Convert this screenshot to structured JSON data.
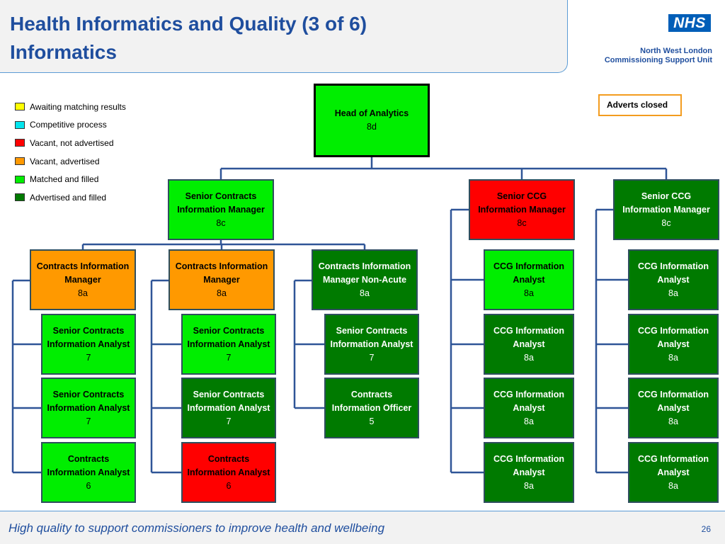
{
  "title_line1": "Health Informatics and Quality (3 of 6)",
  "title_line2": "Informatics",
  "logo": {
    "nhs": "NHS",
    "org_line1": "North West London",
    "org_line2": "Commissioning Support Unit"
  },
  "status_box": "Adverts closed",
  "colors": {
    "awaiting": "#ffff00",
    "competitive": "#00e5ee",
    "vacant_not_advertised": "#ff0000",
    "vacant_advertised": "#ff9900",
    "matched_filled": "#00ee00",
    "advertised_filled": "#007a00",
    "title": "#1f4e9e",
    "connector": "#2f5597"
  },
  "legend": [
    {
      "label": "Awaiting matching results",
      "status": "awaiting"
    },
    {
      "label": "Competitive process",
      "status": "competitive"
    },
    {
      "label": "Vacant, not advertised",
      "status": "vacant_not_advertised"
    },
    {
      "label": "Vacant, advertised",
      "status": "vacant_advertised"
    },
    {
      "label": "Matched and filled",
      "status": "matched_filled"
    },
    {
      "label": "Advertised and filled",
      "status": "advertised_filled"
    }
  ],
  "org": {
    "head": {
      "title": "Head of Analytics",
      "grade": "8d",
      "status": "matched_filled"
    },
    "seniors": [
      {
        "title": "Senior Contracts\nInformation Manager",
        "grade": "8c",
        "status": "matched_filled"
      },
      {
        "title": "Senior CCG\nInformation Manager",
        "grade": "8c",
        "status": "vacant_not_advertised"
      },
      {
        "title": "Senior CCG\nInformation Manager",
        "grade": "8c",
        "status": "advertised_filled"
      }
    ],
    "columns": [
      [
        {
          "title": "Contracts Information\nManager",
          "grade": "8a",
          "status": "vacant_advertised"
        },
        {
          "title": "Senior Contracts\nInformation Analyst",
          "grade": "7",
          "status": "matched_filled"
        },
        {
          "title": "Senior Contracts\nInformation Analyst",
          "grade": "7",
          "status": "matched_filled"
        },
        {
          "title": "Contracts\nInformation Analyst",
          "grade": "6",
          "status": "matched_filled"
        }
      ],
      [
        {
          "title": "Contracts Information\nManager",
          "grade": "8a",
          "status": "vacant_advertised"
        },
        {
          "title": "Senior Contracts\nInformation Analyst",
          "grade": "7",
          "status": "matched_filled"
        },
        {
          "title": "Senior Contracts\nInformation Analyst",
          "grade": "7",
          "status": "advertised_filled"
        },
        {
          "title": "Contracts\nInformation Analyst",
          "grade": "6",
          "status": "vacant_not_advertised"
        }
      ],
      [
        {
          "title": "Contracts Information\nManager Non-Acute",
          "grade": "8a",
          "status": "advertised_filled"
        },
        {
          "title": "Senior Contracts\nInformation Analyst",
          "grade": "7",
          "status": "advertised_filled"
        },
        {
          "title": "Contracts\nInformation Officer",
          "grade": "5",
          "status": "advertised_filled"
        }
      ],
      [
        {
          "title": "CCG Information\nAnalyst",
          "grade": "8a",
          "status": "matched_filled"
        },
        {
          "title": "CCG Information\nAnalyst",
          "grade": "8a",
          "status": "advertised_filled"
        },
        {
          "title": "CCG Information\nAnalyst",
          "grade": "8a",
          "status": "advertised_filled"
        },
        {
          "title": "CCG Information\nAnalyst",
          "grade": "8a",
          "status": "advertised_filled"
        }
      ],
      [
        {
          "title": "CCG Information\nAnalyst",
          "grade": "8a",
          "status": "advertised_filled"
        },
        {
          "title": "CCG Information\nAnalyst",
          "grade": "8a",
          "status": "advertised_filled"
        },
        {
          "title": "CCG Information\nAnalyst",
          "grade": "8a",
          "status": "advertised_filled"
        },
        {
          "title": "CCG Information\nAnalyst",
          "grade": "8a",
          "status": "advertised_filled"
        }
      ]
    ]
  },
  "footer": {
    "text": "High quality to support commissioners to improve health and wellbeing",
    "page": "26"
  }
}
